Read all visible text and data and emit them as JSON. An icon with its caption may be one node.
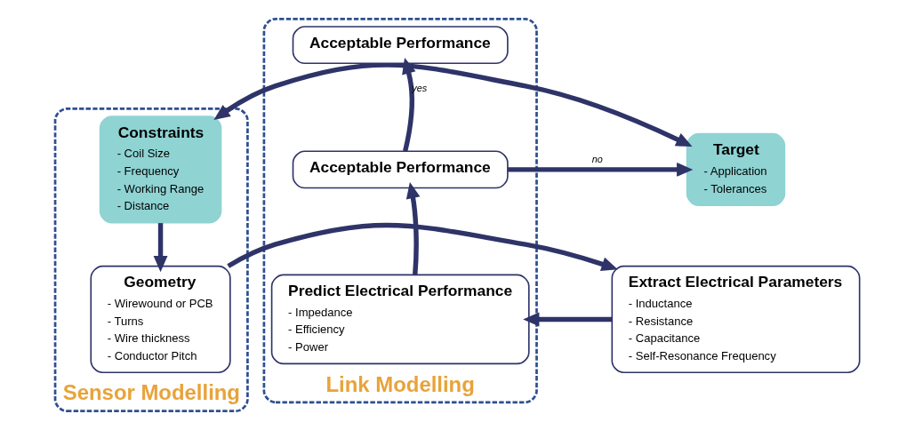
{
  "diagram": {
    "nodes": [
      {
        "text": [
          "Sensor Modelling"
        ]
      },
      {
        "text": [
          "Link Modelling"
        ]
      },
      {
        "text": [
          "Constraints",
          "- Coil Size",
          "- Frequency",
          "- Working Range",
          "- Distance"
        ],
        "in": 0
      },
      {
        "text": [
          "Target",
          "- Application",
          "- Tolerances"
        ]
      },
      {
        "text": [
          "Acceptable Performance"
        ],
        "in": 1
      },
      {
        "text": [
          "Acceptable Performance"
        ],
        "in": 1
      },
      {
        "text": [
          "Geometry",
          "- Wirewound or PCB",
          "- Turns",
          "- Wire thickness",
          "- Conductor Pitch"
        ],
        "in": 0
      },
      {
        "text": [
          "Extract Electrical Parameters",
          "- Inductance",
          "- Resistance",
          "- Capacitance",
          "- Self-Resonance Frequency"
        ]
      },
      {
        "text": [
          "Predict Electrical Performance",
          "- Impedance",
          "- Efficiency",
          "- Power"
        ],
        "in": 1
      }
    ],
    "edges": [
      {
        "from": 2,
        "to": 3,
        "arrow": "both"
      },
      {
        "from": 2,
        "to": 6,
        "arrow": "to"
      },
      {
        "from": 6,
        "to": 7,
        "arrow": "to"
      },
      {
        "from": 7,
        "to": 8,
        "arrow": "to"
      },
      {
        "from": 8,
        "to": 5,
        "arrow": "to"
      },
      {
        "from": 5,
        "to": 4,
        "arrow": "to",
        "label": "yes"
      },
      {
        "from": 5,
        "to": 3,
        "arrow": "to",
        "label": "no"
      }
    ]
  }
}
